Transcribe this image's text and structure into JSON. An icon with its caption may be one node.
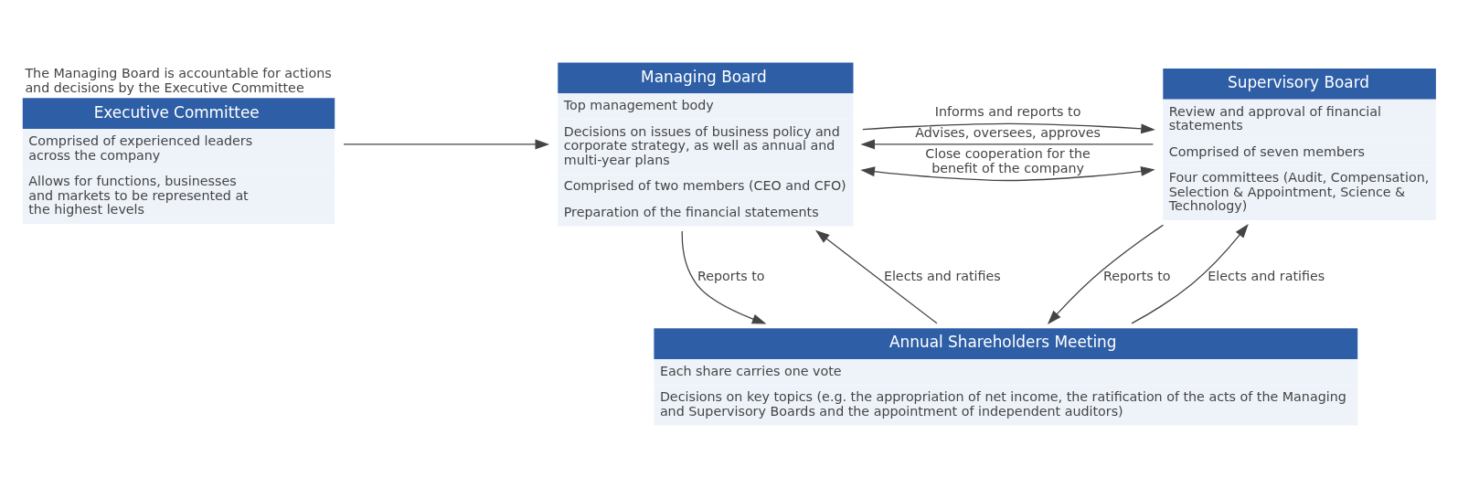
{
  "diagram": {
    "nodes": [
      {
        "text": [
          "Executive Committee",
          "Comprised of experienced leaders across the company",
          "Allows for functions, businesses and markets to be represented at the highest levels"
        ],
        "beside": [
          "The Managing Board is accountable for actions and decisions by the Executive Committee"
        ]
      },
      {
        "text": [
          "Managing Board",
          "Top management body",
          "Decisions on issues of business policy and corporate strategy, as well as annual and multi-year plans",
          "Comprised of two members (CEO and CFO)",
          "Preparation of the financial statements"
        ]
      },
      {
        "text": [
          "Supervisory Board",
          "Review and approval of financial statements",
          "Comprised of seven members",
          "Four committees (Audit, Compensation, Selection & Appointment, Science & Technology)"
        ]
      },
      {
        "text": [
          "Annual Shareholders Meeting",
          "Each share carries one vote",
          "Decisions on key topics (e.g. the appropriation of net income, the ratification of the acts of the Managing and Supervisory Boards and the appointment of independent auditors)"
        ]
      }
    ],
    "edges": [
      {
        "from": 0,
        "to": 1,
        "arrow": "to"
      },
      {
        "from": 1,
        "to": 2,
        "arrow": "both",
        "label": "Close cooperation for the benefit of the company"
      },
      {
        "from": 1,
        "to": 2,
        "arrow": "to",
        "label": "Informs and reports to"
      },
      {
        "from": 2,
        "to": 1,
        "arrow": "to",
        "label": "Advises, oversees, approves"
      },
      {
        "from": 1,
        "to": 3,
        "arrow": "to",
        "label": "Reports to"
      },
      {
        "from": 3,
        "to": 1,
        "arrow": "to",
        "label": "Elects and ratifies"
      },
      {
        "from": 2,
        "to": 3,
        "arrow": "to",
        "label": "Reports to"
      },
      {
        "from": 3,
        "to": 2,
        "arrow": "to",
        "label": "Elects and ratifies"
      }
    ]
  }
}
